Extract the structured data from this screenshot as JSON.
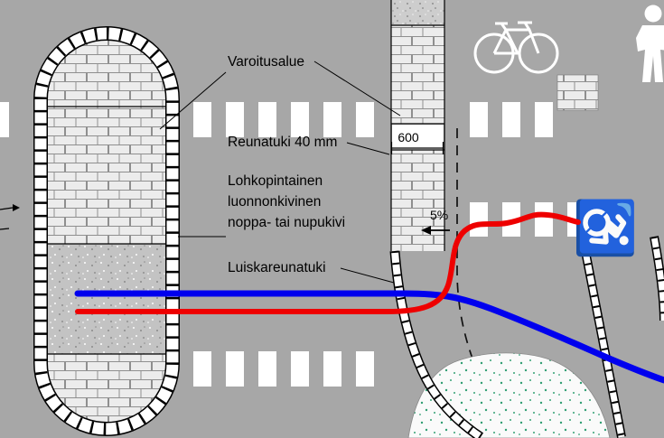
{
  "colors": {
    "background": "#a7a7a7",
    "route_red": "#ee0000",
    "route_blue": "#0000ee",
    "ink": "#000000",
    "zebra_white": "#ffffff"
  },
  "labels": {
    "varoitusalue": "Varoitusalue",
    "reunatuki": "Reunatuki 40 mm",
    "stone": [
      "Lohkopintainen",
      "luonnonkivinen",
      "noppa- tai nupukivi"
    ],
    "luiskareunatuki": "Luiskareunatuki",
    "dimension_600": "600",
    "slope": "5%"
  },
  "icons": {
    "wheelchair": "wheelchair-icon",
    "wheelchair_glyph": "♿",
    "bicycle": "bicycle-icon",
    "pedestrian": "pedestrian-icon"
  }
}
